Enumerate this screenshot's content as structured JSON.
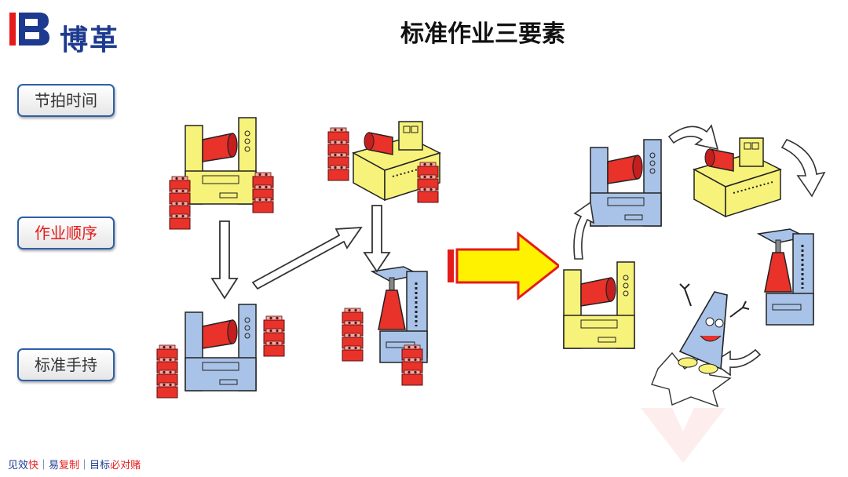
{
  "brand": {
    "name": "博革",
    "mark": "B"
  },
  "title": "标准作业三要素",
  "sidebar": {
    "items": [
      {
        "label": "节拍时间",
        "active": false
      },
      {
        "label": "作业顺序",
        "active": true
      },
      {
        "label": "标准手持",
        "active": false
      }
    ]
  },
  "footer": {
    "parts": [
      {
        "text": "见效",
        "highlight": false
      },
      {
        "text": "快",
        "highlight": true
      },
      {
        "text": "｜易",
        "highlight": false
      },
      {
        "text": "复制",
        "highlight": true
      },
      {
        "text": "｜目标",
        "highlight": false
      },
      {
        "text": "必对赌",
        "highlight": true
      }
    ]
  },
  "colors": {
    "machine_yellow": "#f7f27a",
    "machine_blue": "#a9c3e8",
    "part_red": "#e8322a",
    "accent_red": "#e51b1b",
    "brand_blue": "#1d3a8f",
    "arrow_yellow": "#fff200"
  },
  "chart_data": {
    "type": "diagram",
    "layout_left": "machines connected by white process arrows (before)",
    "layout_right": "machines arranged in a circular flow with a happy operator (after)"
  }
}
